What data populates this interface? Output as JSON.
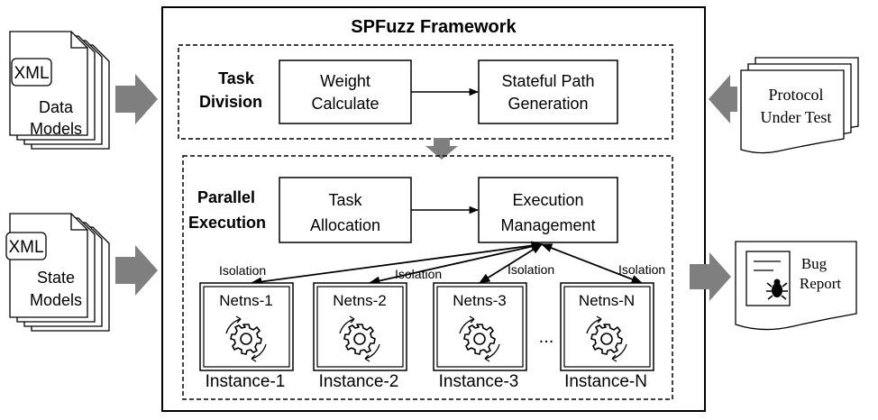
{
  "framework": {
    "title": "SPFuzz Framework"
  },
  "task_division": {
    "label_line1": "Task",
    "label_line2": "Division",
    "weight_box": {
      "line1": "Weight",
      "line2": "Calculate"
    },
    "path_box": {
      "line1": "Stateful Path",
      "line2": "Generation"
    }
  },
  "parallel_execution": {
    "label_line1": "Parallel",
    "label_line2": "Execution",
    "task_box": {
      "line1": "Task",
      "line2": "Allocation"
    },
    "exec_box": {
      "line1": "Execution",
      "line2": "Management"
    },
    "isolation_label": "Isolation",
    "ellipsis": "...",
    "instances": [
      {
        "netns": "Netns-1",
        "name": "Instance-1"
      },
      {
        "netns": "Netns-2",
        "name": "Instance-2"
      },
      {
        "netns": "Netns-3",
        "name": "Instance-3"
      },
      {
        "netns": "Netns-N",
        "name": "Instance-N"
      }
    ]
  },
  "inputs": {
    "data_models": {
      "badge": "XML",
      "line1": "Data",
      "line2": "Models"
    },
    "state_models": {
      "badge": "XML",
      "line1": "State",
      "line2": "Models"
    },
    "protocol": {
      "line1": "Protocol",
      "line2": "Under Test"
    }
  },
  "output": {
    "bug_report": {
      "line1": "Bug",
      "line2": "Report"
    }
  },
  "colors": {
    "arrow": "#7f7f7f",
    "line": "#000000",
    "background": "#ffffff"
  }
}
